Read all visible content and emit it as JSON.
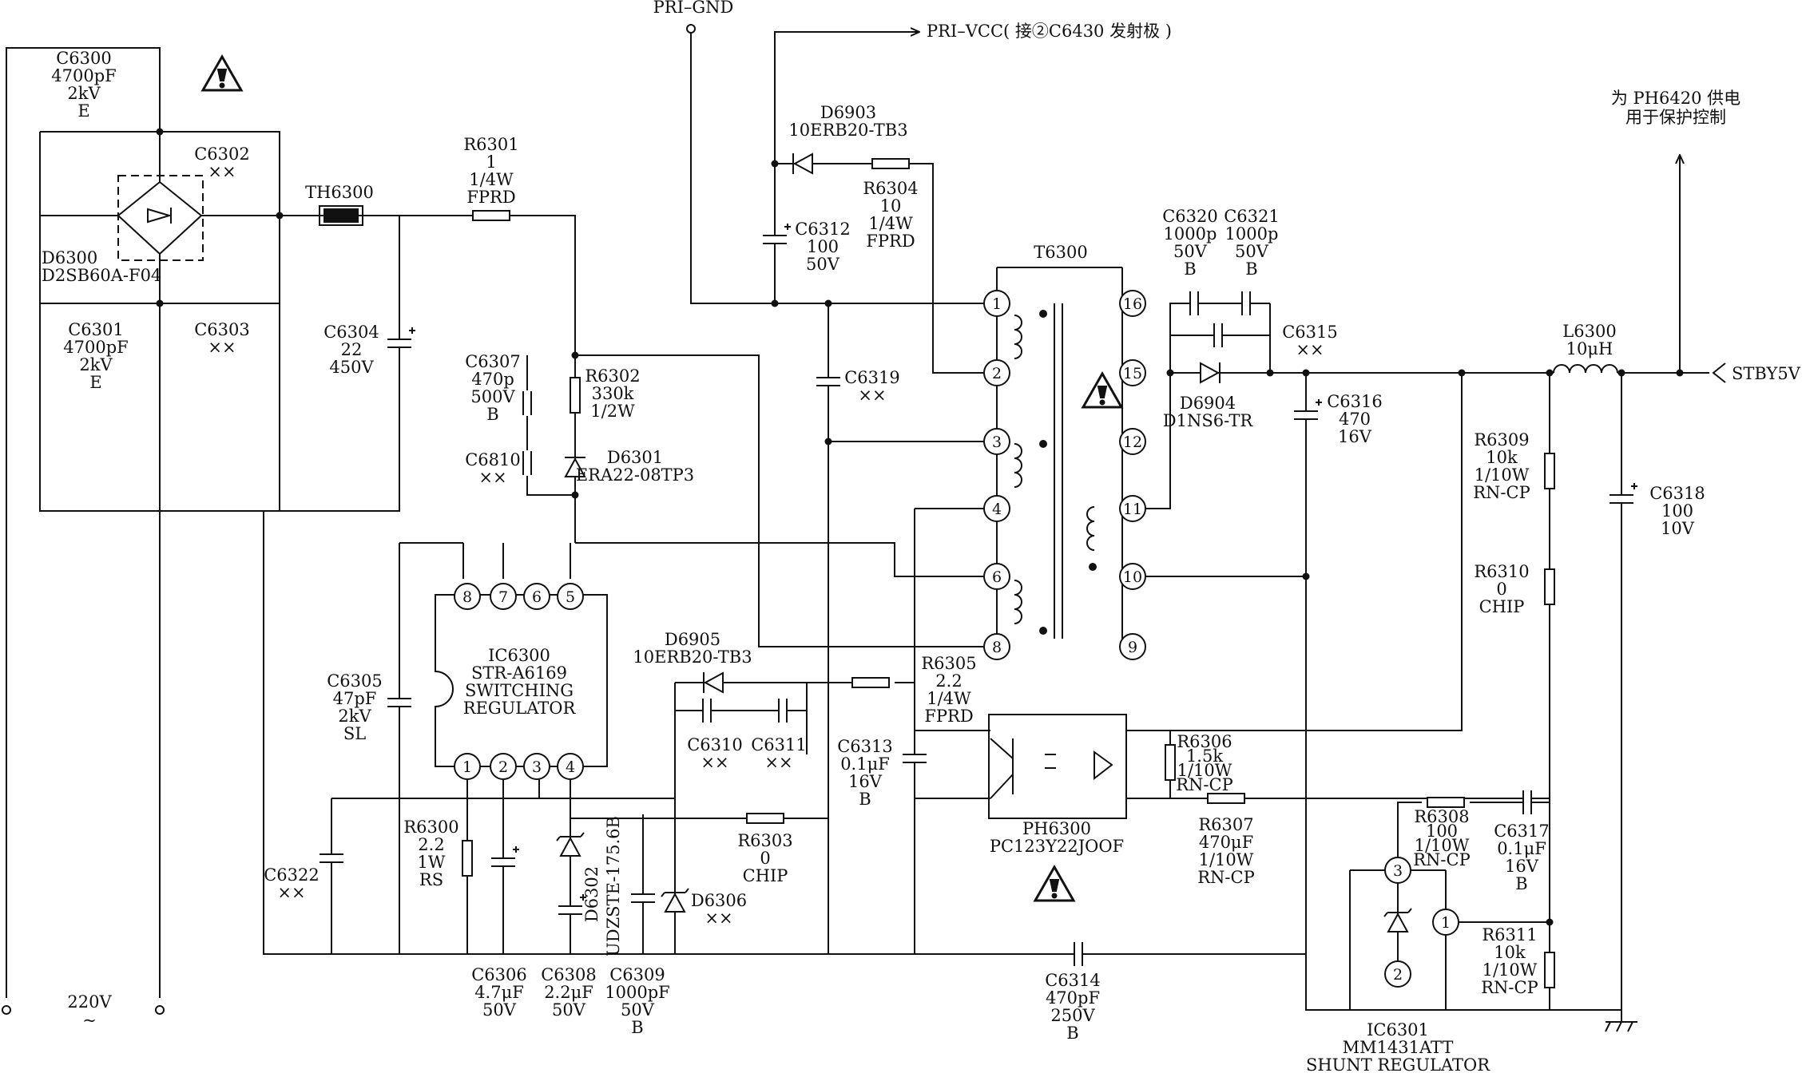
{
  "nets": {
    "pri_gnd": "PRI–GND",
    "pri_vcc": "PRI–VCC( 接②C6430 发射极 )",
    "ph6420_l1": "为 PH6420 供电",
    "ph6420_l2": "用于保护控制",
    "stby": "STBY5V",
    "ac_l1": "220V",
    "ac_l2": "~"
  },
  "comps": {
    "c6300": [
      "C6300",
      "4700pF",
      "2kV",
      "E"
    ],
    "c6301": [
      "C6301",
      "4700pF",
      "2kV",
      "E"
    ],
    "c6302": [
      "C6302",
      "××"
    ],
    "c6303": [
      "C6303",
      "××"
    ],
    "d6300": [
      "D6300",
      "D2SB60A-F04"
    ],
    "th6300": [
      "TH6300"
    ],
    "r6301": [
      "R6301",
      "1",
      "1/4W",
      "FPRD"
    ],
    "c6304": [
      "C6304",
      "22",
      "450V"
    ],
    "c6307": [
      "C6307",
      "470p",
      "500V",
      "B"
    ],
    "r6302": [
      "R6302",
      "330k",
      "1/2W"
    ],
    "c6810": [
      "C6810",
      "××"
    ],
    "d6301": [
      "D6301",
      "ERA22-08TP3"
    ],
    "d6903": [
      "D6903",
      "10ERB20-TB3"
    ],
    "r6304": [
      "R6304",
      "10",
      "1/4W",
      "FPRD"
    ],
    "c6312": [
      "C6312",
      "100",
      "50V"
    ],
    "c6319": [
      "C6319",
      "××"
    ],
    "t6300": [
      "T6300"
    ],
    "c6320": [
      "C6320",
      "1000p",
      "50V",
      "B"
    ],
    "c6321": [
      "C6321",
      "1000p",
      "50V",
      "B"
    ],
    "c6315": [
      "C6315",
      "××"
    ],
    "d6904": [
      "D6904",
      "D1NS6-TR"
    ],
    "c6316": [
      "C6316",
      "470",
      "16V"
    ],
    "l6300": [
      "L6300",
      "10μH"
    ],
    "r6309": [
      "R6309",
      "10k",
      "1/10W",
      "RN-CP"
    ],
    "r6310": [
      "R6310",
      "0",
      "CHIP"
    ],
    "c6318": [
      "C6318",
      "100",
      "10V"
    ],
    "ic6300": [
      "IC6300",
      "STR-A6169",
      "SWITCHING",
      "REGULATOR"
    ],
    "c6305": [
      "C6305",
      "47pF",
      "2kV",
      "SL"
    ],
    "d6905": [
      "D6905",
      "10ERB20-TB3"
    ],
    "r6305": [
      "R6305",
      "2.2",
      "1/4W",
      "FPRD"
    ],
    "c6310": [
      "C6310",
      "××"
    ],
    "c6311": [
      "C6311",
      "××"
    ],
    "c6313": [
      "C6313",
      "0.1μF",
      "16V",
      "B"
    ],
    "r6306": [
      "R6306",
      "1.5k",
      "1/10W",
      "RN-CP"
    ],
    "ph6300": [
      "PH6300",
      "PC123Y22JOOF"
    ],
    "r6307": [
      "R6307",
      "470μF",
      "1/10W",
      "RN-CP"
    ],
    "r6308": [
      "R6308",
      "100",
      "1/10W",
      "RN-CP"
    ],
    "c6317": [
      "C6317",
      "0.1μF",
      "16V",
      "B"
    ],
    "r6311": [
      "R6311",
      "10k",
      "1/10W",
      "RN-CP"
    ],
    "ic6301": [
      "IC6301",
      "MM1431ATT",
      "SHUNT REGULATOR"
    ],
    "c6322": [
      "C6322",
      "××"
    ],
    "r6300": [
      "R6300",
      "2.2",
      "1W",
      "RS"
    ],
    "c6306": [
      "C6306",
      "4.7μF",
      "50V"
    ],
    "c6308": [
      "C6308",
      "2.2μF",
      "50V"
    ],
    "d6302": [
      "D6302",
      "UDZSTE-175.6B"
    ],
    "c6309": [
      "C6309",
      "1000pF",
      "50V",
      "B"
    ],
    "r6303": [
      "R6303",
      "0",
      "CHIP"
    ],
    "d6306": [
      "D6306",
      "××"
    ],
    "c6314": [
      "C6314",
      "470pF",
      "250V",
      "B"
    ]
  },
  "pins": {
    "ic6300": [
      "8",
      "7",
      "6",
      "5",
      "1",
      "2",
      "3",
      "4"
    ],
    "t6300": [
      "1",
      "2",
      "3",
      "4",
      "6",
      "8",
      "16",
      "15",
      "12",
      "11",
      "10",
      "9"
    ],
    "ic6301": [
      "3",
      "1",
      "2"
    ]
  }
}
